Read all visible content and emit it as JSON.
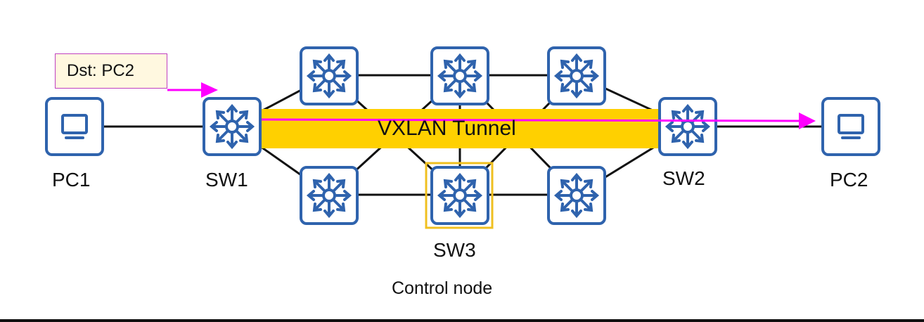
{
  "packet": {
    "label": "Dst: PC2"
  },
  "tunnel": {
    "label": "VXLAN Tunnel"
  },
  "nodes": {
    "pc1": "PC1",
    "pc2": "PC2",
    "sw1": "SW1",
    "sw2": "SW2",
    "sw3": "SW3"
  },
  "control_node": {
    "label": "Control node"
  },
  "colors": {
    "device_border": "#2f63ad",
    "device_icon": "#2f63ad",
    "tunnel": "#ffd000",
    "arrow": "#ff00ff",
    "highlight": "#f0c020",
    "link": "#111111"
  },
  "icons": {
    "pc": "monitor-icon",
    "switch": "l3-switch-icon"
  }
}
